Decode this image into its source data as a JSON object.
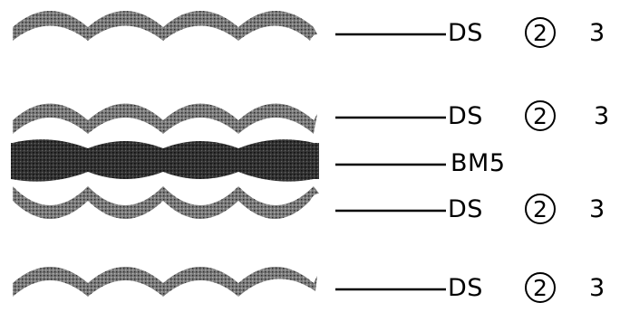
{
  "rows": [
    {
      "code": "DS",
      "circled": "2",
      "num": "3"
    },
    {
      "code": "DS",
      "circled": "2",
      "num": "3"
    },
    {
      "code": "BM5"
    },
    {
      "code": "DS",
      "circled": "2",
      "num": "3"
    },
    {
      "code": "DS",
      "circled": "2",
      "num": "3"
    }
  ]
}
